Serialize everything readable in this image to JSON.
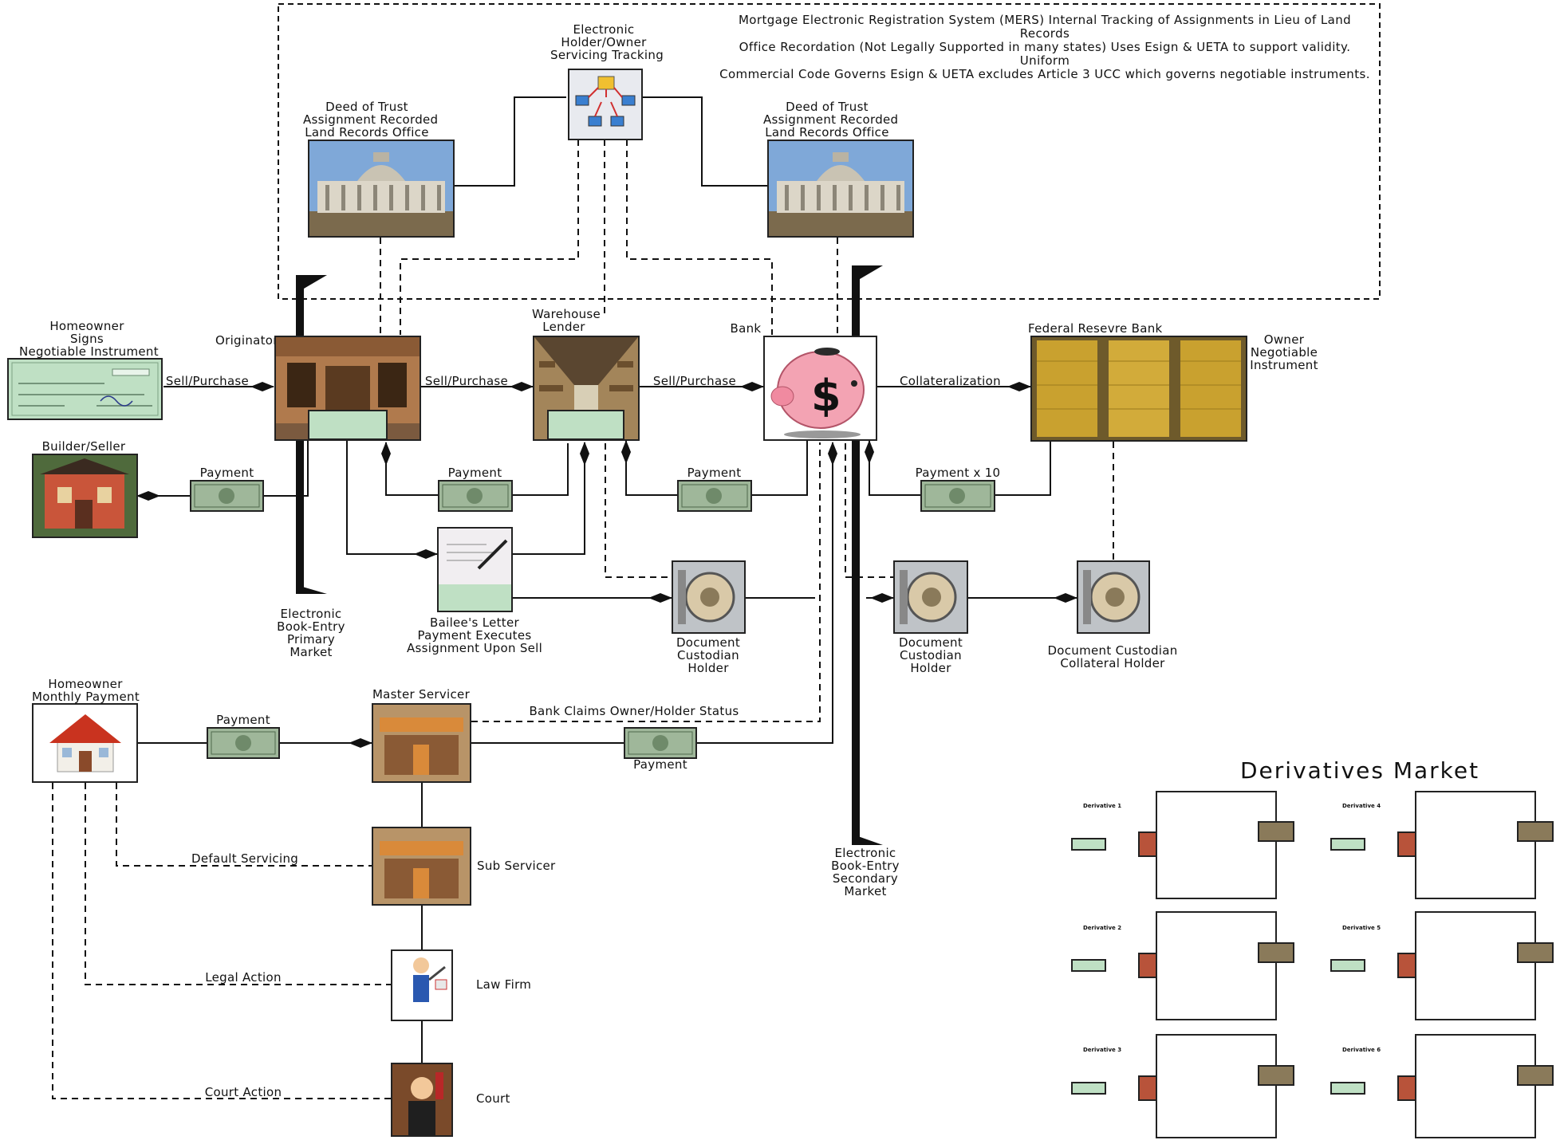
{
  "header_note": {
    "line1": "Mortgage Electronic Registration System (MERS) Internal Tracking of Assignments in Lieu of Land Records",
    "line2": "Office Recordation (Not Legally Supported in many states) Uses Esign & UETA to support validity. Uniform",
    "line3": "Commercial Code Governs Esign & UETA excludes Article 3 UCC which governs negotiable instruments."
  },
  "nodes": {
    "electronic_tracking": {
      "l1": "Electronic",
      "l2": "Holder/Owner",
      "l3": "Servicing Tracking"
    },
    "deed_left": {
      "l1": "Deed of Trust",
      "l2": "Assignment Recorded",
      "l3": "Land Records Office"
    },
    "deed_right": {
      "l1": "Deed of Trust",
      "l2": "Assignment Recorded",
      "l3": "Land Records Office"
    },
    "homeowner_signs": {
      "l1": "Homeowner",
      "l2": "Signs",
      "l3": "Negotiable Instrument"
    },
    "originator": {
      "l1": "Originator"
    },
    "warehouse": {
      "l1": "Warehouse",
      "l2": "Lender"
    },
    "bank": {
      "l1": "Bank"
    },
    "federal_reserve": {
      "l1": "Federal Resevre Bank"
    },
    "owner_instrument": {
      "l1": "Owner",
      "l2": "Negotiable",
      "l3": "Instrument"
    },
    "builder": {
      "l1": "Builder/Seller"
    },
    "primary_market": {
      "l1": "Electronic",
      "l2": "Book-Entry",
      "l3": "Primary",
      "l4": "Market"
    },
    "bailee": {
      "l1": "Bailee's Letter",
      "l2": "Payment Executes",
      "l3": "Assignment Upon Sell"
    },
    "custodian_1": {
      "l1": "Document",
      "l2": "Custodian",
      "l3": "Holder"
    },
    "custodian_2": {
      "l1": "Document",
      "l2": "Custodian",
      "l3": "Holder"
    },
    "custodian_collateral": {
      "l1": "Document Custodian",
      "l2": "Collateral Holder"
    },
    "homeowner_monthly": {
      "l1": "Homeowner",
      "l2": "Monthly Payment"
    },
    "master_servicer": {
      "l1": "Master Servicer"
    },
    "sub_servicer": {
      "l1": "Sub Servicer"
    },
    "law_firm": {
      "l1": "Law Firm"
    },
    "court": {
      "l1": "Court"
    },
    "secondary_market": {
      "l1": "Electronic",
      "l2": "Book-Entry",
      "l3": "Secondary",
      "l4": "Market"
    }
  },
  "edges": {
    "sell1": "Sell/Purchase",
    "sell2": "Sell/Purchase",
    "sell3": "Sell/Purchase",
    "collateral": "Collateralization",
    "pay_builder": "Payment",
    "pay_orig": "Payment",
    "pay_wh": "Payment",
    "pay_x10": "Payment x 10",
    "pay_monthly": "Payment",
    "bank_claims": "Bank Claims Owner/Holder Status",
    "pay_bank": "Payment",
    "default_servicing": "Default Servicing",
    "legal_action": "Legal Action",
    "court_action": "Court Action"
  },
  "derivatives": {
    "title": "Derivatives Market",
    "items": [
      "Derivative 1",
      "Derivative 4",
      "Derivative 2",
      "Derivative 5",
      "Derivative 3",
      "Derivative 6"
    ]
  },
  "colors": {
    "check_green": "#bfe0c4",
    "dollar_green": "#9fb79a",
    "gold": "#c9a12f",
    "piggy_pink": "#f3a3b3",
    "service_orange": "#d98a3a",
    "sky_blue": "#7fa8d8"
  }
}
